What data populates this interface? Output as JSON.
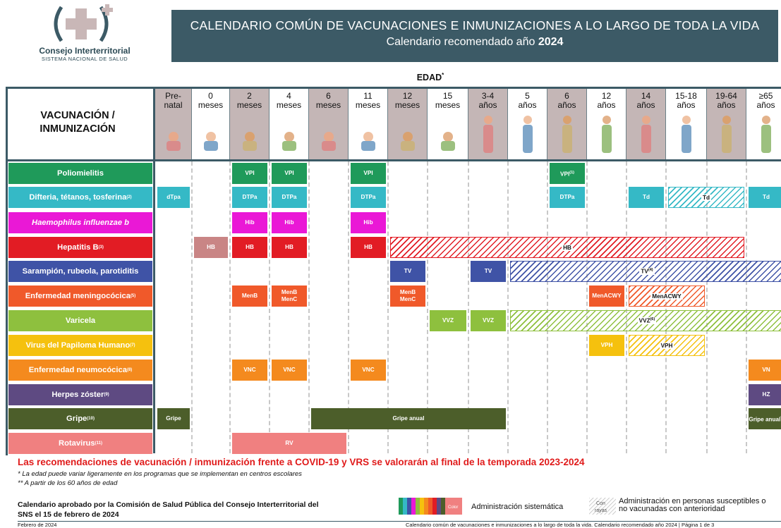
{
  "header": {
    "org_name": "Consejo Interterritorial",
    "org_sub": "SISTEMA NACIONAL DE SALUD",
    "title_line1": "CALENDARIO COMÚN DE VACUNACIONES E INMUNIZACIONES A LO LARGO DE TODA LA VIDA",
    "title_line2_prefix": "Calendario recomendado año",
    "year": "2024"
  },
  "age_heading": "EDAD",
  "age_heading_mark": "*",
  "vaccination_title_1": "VACUNACIÓN /",
  "vaccination_title_2": "INMUNIZACIÓN",
  "ages": [
    {
      "line1": "Pre-",
      "line2": "natal",
      "shaded": true
    },
    {
      "line1": "0",
      "line2": "meses",
      "shaded": false
    },
    {
      "line1": "2",
      "line2": "meses",
      "shaded": true
    },
    {
      "line1": "4",
      "line2": "meses",
      "shaded": false
    },
    {
      "line1": "6",
      "line2": "meses",
      "shaded": true
    },
    {
      "line1": "11",
      "line2": "meses",
      "shaded": false
    },
    {
      "line1": "12",
      "line2": "meses",
      "shaded": true
    },
    {
      "line1": "15",
      "line2": "meses",
      "shaded": false
    },
    {
      "line1": "3-4",
      "line2": "años",
      "shaded": true
    },
    {
      "line1": "5",
      "line2": "años",
      "shaded": false
    },
    {
      "line1": "6",
      "line2": "años",
      "shaded": true
    },
    {
      "line1": "12",
      "line2": "años",
      "shaded": false
    },
    {
      "line1": "14",
      "line2": "años",
      "shaded": true
    },
    {
      "line1": "15-18",
      "line2": "años",
      "shaded": false
    },
    {
      "line1": "19-64",
      "line2": "años",
      "shaded": true
    },
    {
      "line1": "≥65",
      "line2": "años",
      "shaded": false
    }
  ],
  "rows": [
    {
      "label": "Poliomielitis",
      "note": "",
      "color": "#1f9a5a"
    },
    {
      "label": "Difteria, tétanos, tosferina",
      "note": "(2)",
      "color": "#35b9c6"
    },
    {
      "label": "Haemophilus influenzae b",
      "note": "",
      "color": "#ea18d6",
      "italic": true
    },
    {
      "label": "Hepatitis B",
      "note": "(3)",
      "color": "#e21c24"
    },
    {
      "label": "Sarampión, rubeola, parotiditis",
      "note": "",
      "color": "#3f53a6"
    },
    {
      "label": "Enfermedad meningocócica",
      "note": "(5)",
      "color": "#f0592a"
    },
    {
      "label": "Varicela",
      "note": "",
      "color": "#8ec03e"
    },
    {
      "label": "Virus del Papiloma Humano",
      "note": "(7)",
      "color": "#f5c10e"
    },
    {
      "label": "Enfermedad neumocócica",
      "note": "(8)",
      "color": "#f48a1e"
    },
    {
      "label": "Herpes zóster",
      "note": "(9)",
      "color": "#5e4a82"
    },
    {
      "label": "Gripe",
      "note": "(10)",
      "color": "#4c5e2a"
    },
    {
      "label": "Rotavirus",
      "note": "(11)",
      "color": "#f08080"
    }
  ],
  "cells": [
    {
      "row": 0,
      "from": 2,
      "to": 2,
      "text": "VPI",
      "note": ""
    },
    {
      "row": 0,
      "from": 3,
      "to": 3,
      "text": "VPI",
      "note": ""
    },
    {
      "row": 0,
      "from": 5,
      "to": 5,
      "text": "VPI",
      "note": ""
    },
    {
      "row": 0,
      "from": 10,
      "to": 10,
      "text": "VPI",
      "note": "(1)"
    },
    {
      "row": 1,
      "from": 0,
      "to": 0,
      "text": "dTpa",
      "note": ""
    },
    {
      "row": 1,
      "from": 2,
      "to": 2,
      "text": "DTPa",
      "note": ""
    },
    {
      "row": 1,
      "from": 3,
      "to": 3,
      "text": "DTPa",
      "note": ""
    },
    {
      "row": 1,
      "from": 5,
      "to": 5,
      "text": "DTPa",
      "note": ""
    },
    {
      "row": 1,
      "from": 10,
      "to": 10,
      "text": "DTPa",
      "note": ""
    },
    {
      "row": 1,
      "from": 12,
      "to": 12,
      "text": "Td",
      "note": ""
    },
    {
      "row": 1,
      "from": 15,
      "to": 15,
      "text": "Td",
      "note": ""
    },
    {
      "row": 2,
      "from": 2,
      "to": 2,
      "text": "Hib",
      "note": ""
    },
    {
      "row": 2,
      "from": 3,
      "to": 3,
      "text": "Hib",
      "note": ""
    },
    {
      "row": 2,
      "from": 5,
      "to": 5,
      "text": "Hib",
      "note": ""
    },
    {
      "row": 3,
      "from": 1,
      "to": 1,
      "text": "HB",
      "note": "",
      "color": "#c98585"
    },
    {
      "row": 3,
      "from": 2,
      "to": 2,
      "text": "HB",
      "note": ""
    },
    {
      "row": 3,
      "from": 3,
      "to": 3,
      "text": "HB",
      "note": ""
    },
    {
      "row": 3,
      "from": 5,
      "to": 5,
      "text": "HB",
      "note": ""
    },
    {
      "row": 4,
      "from": 6,
      "to": 6,
      "text": "TV",
      "note": ""
    },
    {
      "row": 4,
      "from": 8,
      "to": 8,
      "text": "TV",
      "note": ""
    },
    {
      "row": 5,
      "from": 2,
      "to": 2,
      "text": "MenB",
      "note": ""
    },
    {
      "row": 5,
      "from": 3,
      "to": 3,
      "text": "MenB\nMenC",
      "note": ""
    },
    {
      "row": 5,
      "from": 6,
      "to": 6,
      "text": "MenB\nMenC",
      "note": ""
    },
    {
      "row": 5,
      "from": 11,
      "to": 11,
      "text": "MenACWY",
      "note": ""
    },
    {
      "row": 6,
      "from": 7,
      "to": 7,
      "text": "VVZ",
      "note": ""
    },
    {
      "row": 6,
      "from": 8,
      "to": 8,
      "text": "VVZ",
      "note": ""
    },
    {
      "row": 7,
      "from": 11,
      "to": 11,
      "text": "VPH",
      "note": ""
    },
    {
      "row": 8,
      "from": 2,
      "to": 2,
      "text": "VNC",
      "note": ""
    },
    {
      "row": 8,
      "from": 3,
      "to": 3,
      "text": "VNC",
      "note": ""
    },
    {
      "row": 8,
      "from": 5,
      "to": 5,
      "text": "VNC",
      "note": ""
    },
    {
      "row": 8,
      "from": 15,
      "to": 15,
      "text": "VN",
      "note": ""
    },
    {
      "row": 9,
      "from": 15,
      "to": 15,
      "text": "HZ",
      "note": ""
    },
    {
      "row": 10,
      "from": 0,
      "to": 0,
      "text": "Gripe",
      "note": ""
    },
    {
      "row": 10,
      "from": 4,
      "to": 8,
      "text": "Gripe anual",
      "note": ""
    },
    {
      "row": 10,
      "from": 15,
      "to": 15,
      "text": "Gripe anual",
      "note": "**"
    },
    {
      "row": 11,
      "from": 2,
      "to": 4,
      "text": "RV",
      "note": ""
    }
  ],
  "hatched": [
    {
      "row": 1,
      "from": 13,
      "to": 14,
      "text": "Td",
      "note": ""
    },
    {
      "row": 3,
      "from": 6,
      "to": 14,
      "text": "HB",
      "note": ""
    },
    {
      "row": 4,
      "from": 9,
      "to": 15,
      "text": "TV",
      "note": "(4)"
    },
    {
      "row": 5,
      "from": 12,
      "to": 13,
      "text": "MenACWY",
      "note": ""
    },
    {
      "row": 6,
      "from": 9,
      "to": 15,
      "text": "VVZ",
      "note": "(6)"
    },
    {
      "row": 7,
      "from": 12,
      "to": 13,
      "text": "VPH",
      "note": ""
    }
  ],
  "notes": {
    "red": "Las recomendaciones de vacunación / inmunización frente a COVID-19 y VRS se valorarán al final de la temporada 2023-2024",
    "n1": "* La edad puede variar ligeramente en los programas que se implementan en centros escolares",
    "n2": "** A partir de los 60 años de edad"
  },
  "approval_line1": "Calendario aprobado por la Comisión de Salud Pública del Consejo Interterritorial del",
  "approval_line2": "SNS el 15 de febrero de 2024",
  "legend": {
    "color_label": "Color",
    "systematic": "Administración sistemática",
    "hatch_label_1": "Con",
    "hatch_label_2": "rayas",
    "susceptible_1": "Administración en personas susceptibles o",
    "susceptible_2": "no vacunadas con anterioridad"
  },
  "footer": {
    "date": "Febrero de 2024",
    "right": "Calendario común de vacunaciones e inmunizaciones a lo largo de toda la vida. Calendario recomendado año 2024 | Página 1 de 3"
  }
}
